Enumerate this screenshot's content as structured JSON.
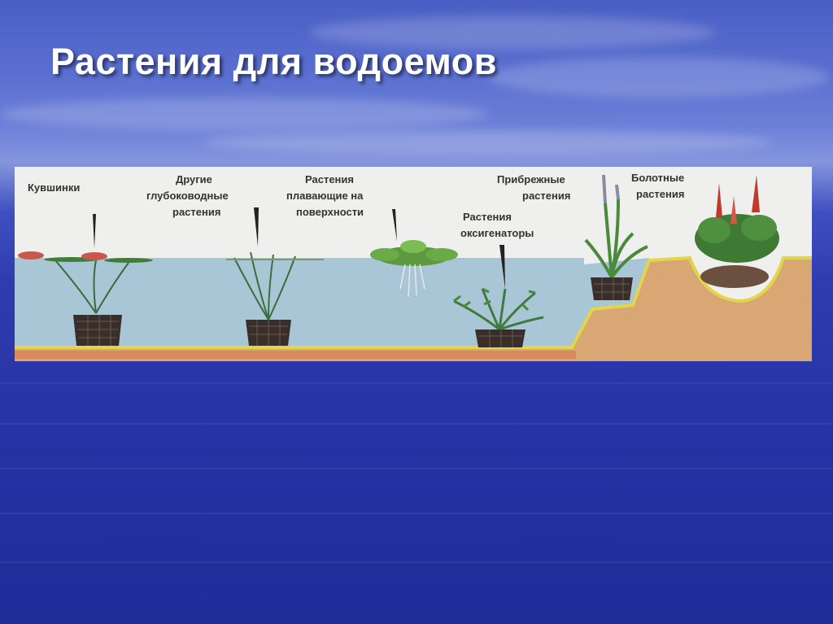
{
  "slide": {
    "title": "Растения для водоемов"
  },
  "diagram": {
    "labels": {
      "water_lilies": "Кувшинки",
      "deep_water_1": "Другие",
      "deep_water_2": "глубоководные",
      "deep_water_3": "растения",
      "floating_1": "Растения",
      "floating_2": "плавающие на",
      "floating_3": "поверхности",
      "oxygenators_1": "Растения",
      "oxygenators_2": "оксигенаторы",
      "marginal_1": "Прибрежные",
      "marginal_2": "растения",
      "bog_1": "Болотные",
      "bog_2": "растения"
    },
    "colors": {
      "water": "#a9c6d6",
      "soil": "#d9a774",
      "edge": "#e3d54a",
      "plant": "#4a8a3a",
      "flower": "#c0392b"
    }
  }
}
